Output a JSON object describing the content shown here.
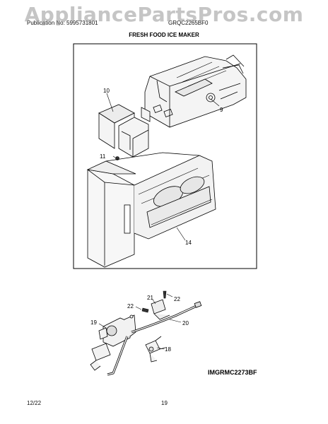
{
  "header": {
    "publication": "Publication No: 5995731801",
    "model": "GRQC2265BF0"
  },
  "title": "FRESH FOOD ICE MAKER",
  "watermark": "AppliancePartsPros.com",
  "callouts": {
    "p9": "9",
    "p10": "10",
    "p11": "11",
    "p14": "14",
    "p18": "18",
    "p19": "19",
    "p20": "20",
    "p21": "21",
    "p22a": "22",
    "p22b": "22"
  },
  "figure_code": "IMGRMC2273BF",
  "footer": {
    "date": "12/22",
    "page": "19"
  }
}
